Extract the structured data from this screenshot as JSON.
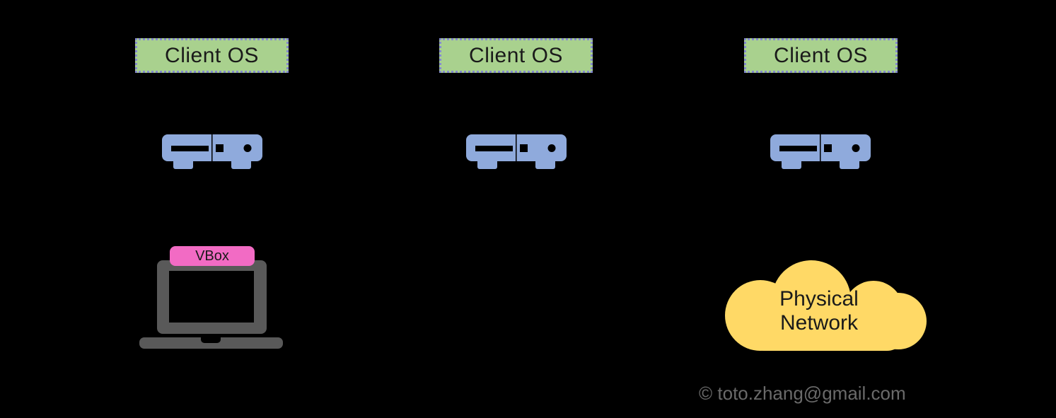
{
  "diagram": {
    "columns": [
      {
        "client_os_label": "Client OS"
      },
      {
        "client_os_label": "Client OS"
      },
      {
        "client_os_label": "Client OS"
      }
    ],
    "laptop": {
      "vbox_label": "VBox"
    },
    "cloud": {
      "line1": "Physical",
      "line2": "Network"
    }
  },
  "footer": {
    "copyright": "© toto.zhang@gmail.com"
  },
  "icons": {
    "network_device": "network-device-icon",
    "laptop": "laptop-icon",
    "cloud": "cloud-icon"
  },
  "colors": {
    "background": "#000000",
    "client_os_fill": "#A9D18E",
    "client_os_border": "#8489CE",
    "device_blue": "#8FAADC",
    "laptop_gray": "#595959",
    "vbox_pink": "#F26BC4",
    "cloud_yellow": "#FFD966",
    "diagram_text": "#1A1A1A",
    "copyright_gray": "#6A6A6A"
  }
}
